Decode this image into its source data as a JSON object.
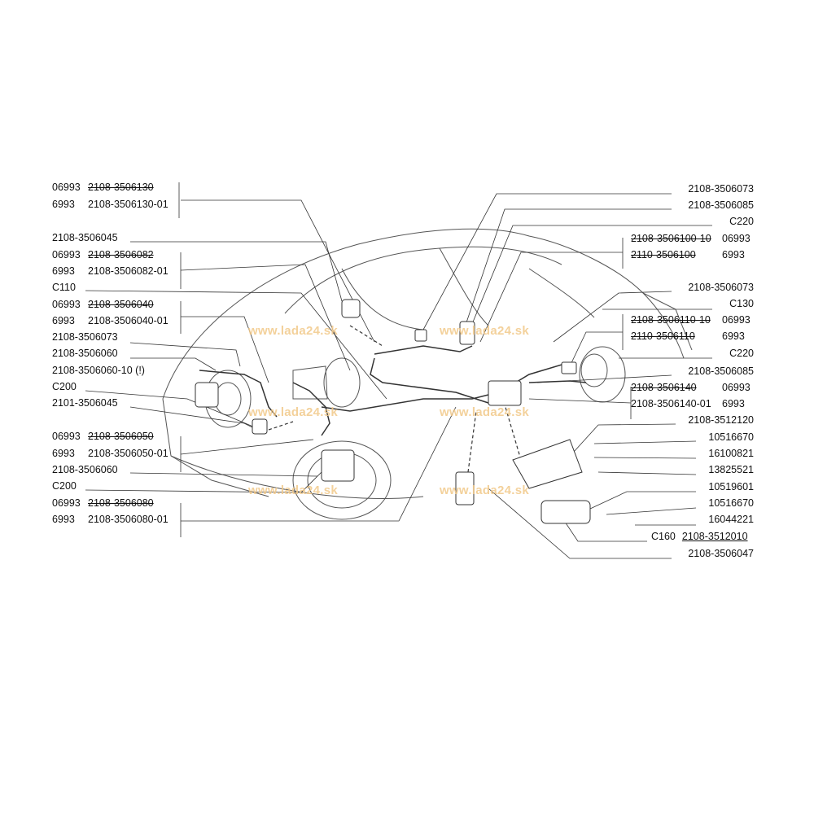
{
  "watermark": "www.lada24.sk",
  "left_labels": [
    {
      "code": "06993",
      "part": "2108-3506130",
      "strike": true
    },
    {
      "code": "6993",
      "part": "2108-3506130-01",
      "strike": false
    },
    {
      "code": "",
      "part": "2108-3506045",
      "strike": false
    },
    {
      "code": "06993",
      "part": "2108-3506082",
      "strike": true
    },
    {
      "code": "6993",
      "part": "2108-3506082-01",
      "strike": false
    },
    {
      "code": "",
      "part": "C110",
      "strike": false
    },
    {
      "code": "06993",
      "part": "2108-3506040",
      "strike": true
    },
    {
      "code": "6993",
      "part": "2108-3506040-01",
      "strike": false
    },
    {
      "code": "",
      "part": "2108-3506073",
      "strike": false
    },
    {
      "code": "",
      "part": "2108-3506060",
      "strike": false
    },
    {
      "code": "",
      "part": "2108-3506060-10 (!)",
      "strike": false
    },
    {
      "code": "",
      "part": "C200",
      "strike": false
    },
    {
      "code": "",
      "part": "2101-3506045",
      "strike": false
    },
    {
      "code": "06993",
      "part": "2108-3506050",
      "strike": true
    },
    {
      "code": "6993",
      "part": "2108-3506050-01",
      "strike": false
    },
    {
      "code": "",
      "part": "2108-3506060",
      "strike": false
    },
    {
      "code": "",
      "part": "C200",
      "strike": false
    },
    {
      "code": "06993",
      "part": "2108-3506080",
      "strike": true
    },
    {
      "code": "6993",
      "part": "2108-3506080-01",
      "strike": false
    }
  ],
  "right_labels": [
    {
      "part": "2108-3506073",
      "code": "",
      "strike": false
    },
    {
      "part": "2108-3506085",
      "code": "",
      "strike": false
    },
    {
      "part": "C220",
      "code": "",
      "strike": false
    },
    {
      "part": "2108-3506100-10",
      "code": "06993",
      "strike": true
    },
    {
      "part": "2110-3506100",
      "code": "6993",
      "strike": true
    },
    {
      "part": "2108-3506073",
      "code": "",
      "strike": false
    },
    {
      "part": "C130",
      "code": "",
      "strike": false
    },
    {
      "part": "2108-3506110-10",
      "code": "06993",
      "strike": true
    },
    {
      "part": "2110-3506110",
      "code": "6993",
      "strike": true
    },
    {
      "part": "C220",
      "code": "",
      "strike": false
    },
    {
      "part": "2108-3506085",
      "code": "",
      "strike": false
    },
    {
      "part": "2108-3506140",
      "code": "06993",
      "strike": true
    },
    {
      "part": "2108-3506140-01",
      "code": "6993",
      "strike": false
    },
    {
      "part": "2108-3512120",
      "code": "",
      "strike": false
    },
    {
      "part": "10516670",
      "code": "",
      "strike": false
    },
    {
      "part": "16100821",
      "code": "",
      "strike": false
    },
    {
      "part": "13825521",
      "code": "",
      "strike": false
    },
    {
      "part": "10519601",
      "code": "",
      "strike": false
    },
    {
      "part": "10516670",
      "code": "",
      "strike": false
    },
    {
      "part": "16044221",
      "code": "",
      "strike": false
    },
    {
      "part": "2108-3512010",
      "code": "C160",
      "strike": false,
      "underline": true
    },
    {
      "part": "2108-3506047",
      "code": "",
      "strike": false
    }
  ]
}
